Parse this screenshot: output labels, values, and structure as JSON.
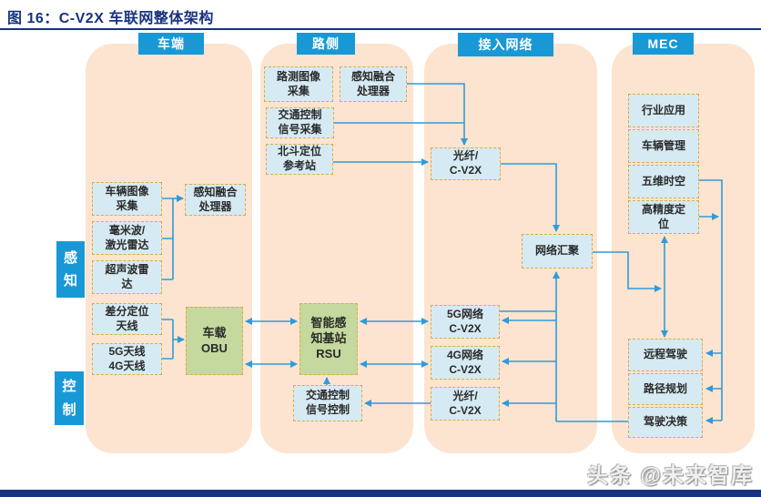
{
  "title": "图 16：C-V2X 车联网整体架构",
  "watermark": "头条 @未来智库",
  "left_labels": {
    "perception": "感知",
    "control": "控制"
  },
  "columns": {
    "vehicle": {
      "header": "车端",
      "boxes": {
        "image_capture": "车辆图像\n采集",
        "mmwave_lidar": "毫米波/\n激光雷达",
        "ultrasonic": "超声波雷\n达",
        "fusion": "感知融合\n处理器",
        "diff_antenna": "差分定位\n天线",
        "antenna_5g4g": "5G天线\n4G天线",
        "obu": "车载\nOBU"
      }
    },
    "roadside": {
      "header": "路侧",
      "boxes": {
        "image_capture": "路测图像\n采集",
        "fusion": "感知融合\n处理器",
        "signal_capture": "交通控制\n信号采集",
        "beidou": "北斗定位\n参考站",
        "rsu": "智能感\n知基站\nRSU",
        "signal_control": "交通控制\n信号控制"
      }
    },
    "access": {
      "header": "接入网络",
      "boxes": {
        "fiber_top": "光纤/\nC-V2X",
        "aggregation": "网络汇聚",
        "net5g": "5G网络\nC-V2X",
        "net4g": "4G网络\nC-V2X",
        "fiber_bottom": "光纤/\nC-V2X"
      }
    },
    "mec": {
      "header": "MEC",
      "boxes": {
        "industry_app": "行业应用",
        "vehicle_mgmt": "车辆管理",
        "spacetime_5d": "五维时空",
        "hp_positioning": "高精度定\n位",
        "remote_driving": "远程驾驶",
        "path_planning": "路径规划",
        "driving_decision": "驾驶决策"
      }
    }
  },
  "colors": {
    "header_blue": "#1899d6",
    "panel_peach": "#fce4d0",
    "box_blue": "#d6eaf3",
    "box_green": "#c5d89e",
    "border_gold": "#e2aa3c",
    "arrow_blue": "#2f9cd8",
    "navy": "#17327e"
  }
}
